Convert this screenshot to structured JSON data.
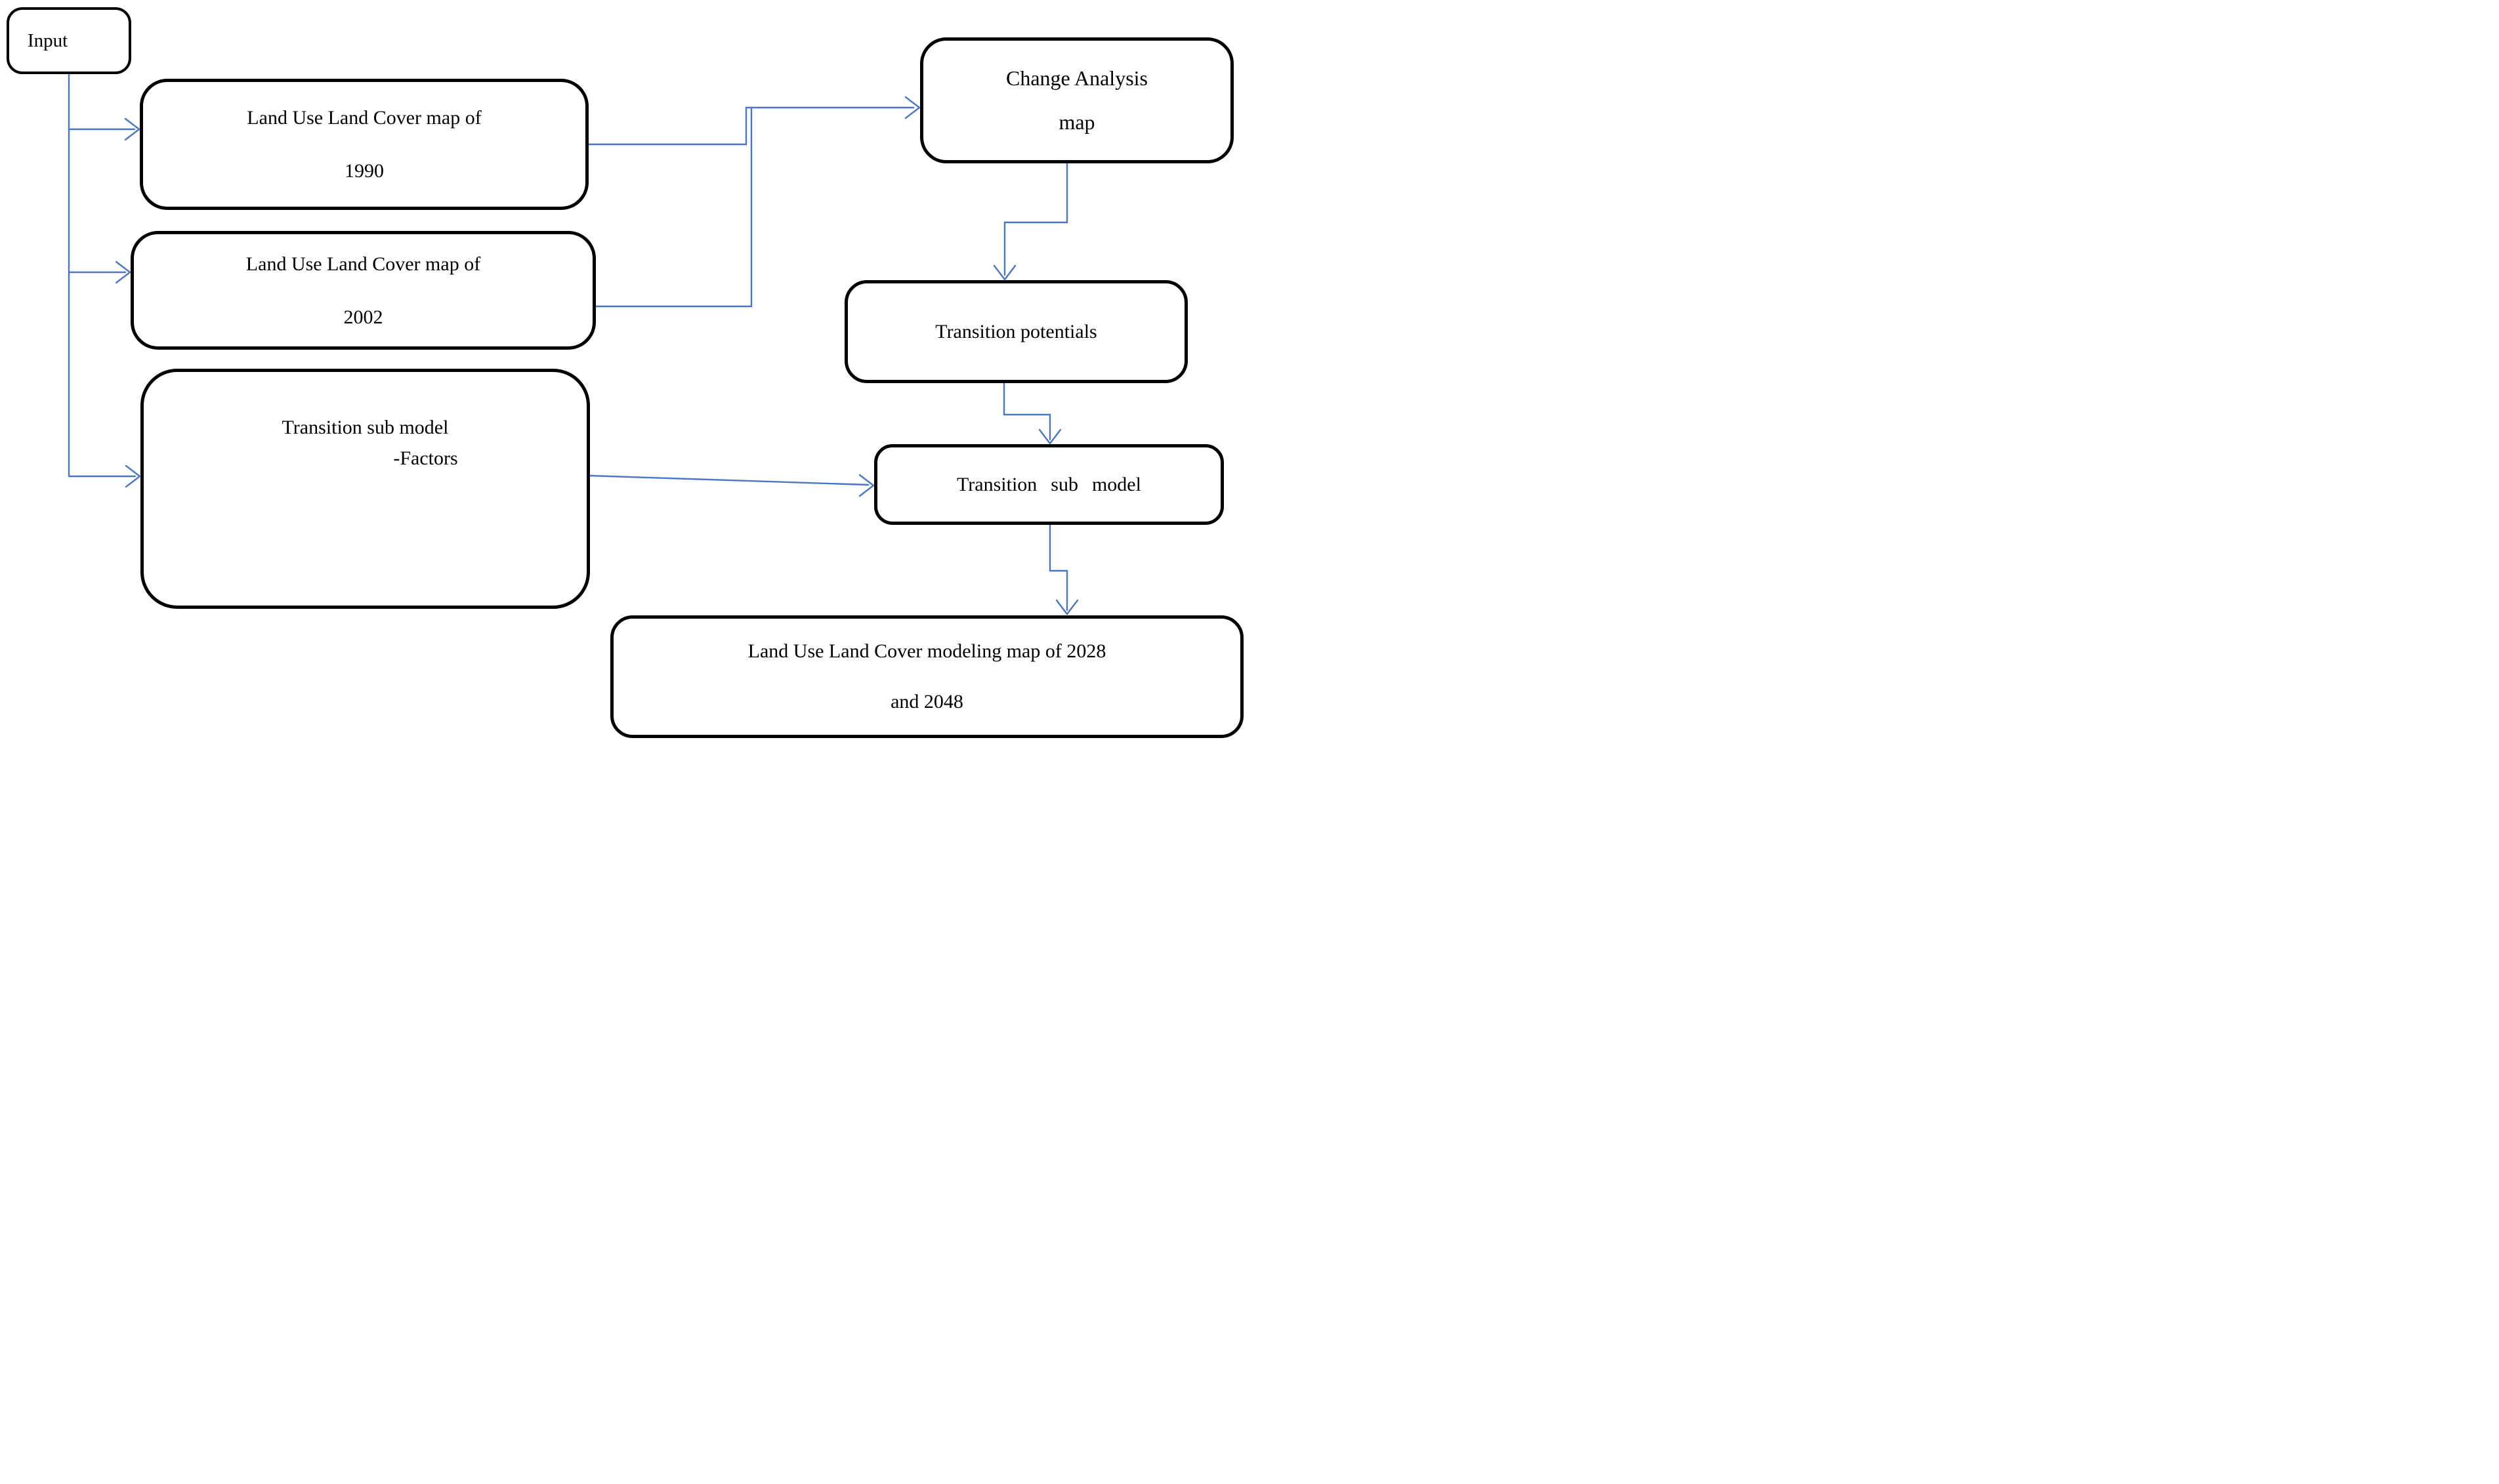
{
  "colors": {
    "connector_blue": "#4a77c4",
    "box_border": "#000000",
    "background": "#ffffff",
    "text": "#000000"
  },
  "nodes": {
    "input": {
      "label": "Input"
    },
    "lulc_1990": {
      "line1": "Land Use Land Cover map of",
      "line2": "1990"
    },
    "lulc_2002": {
      "line1": "Land Use Land Cover map of",
      "line2": "2002"
    },
    "transition_factors": {
      "line1": "Transition sub model",
      "line2": "-Factors"
    },
    "change_analysis": {
      "line1": "Change Analysis",
      "line2": "map"
    },
    "transition_potentials": {
      "label": "Transition potentials"
    },
    "transition_sub_model": {
      "label": "Transition sub model"
    },
    "output_map": {
      "line1": "Land Use Land Cover modeling map of 2028",
      "line2": "and 2048"
    }
  }
}
